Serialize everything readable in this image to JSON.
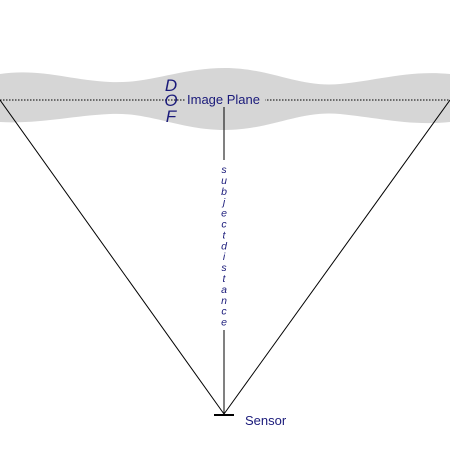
{
  "colors": {
    "band": "#d6d6d6",
    "line": "#000000",
    "label": "#1a1a7a"
  },
  "labels": {
    "dof": [
      "D",
      "O",
      "F"
    ],
    "image_plane": "Image Plane",
    "subject_distance": [
      "s",
      "u",
      "b",
      "j",
      "e",
      "c",
      "t",
      "d",
      "i",
      "s",
      "t",
      "a",
      "n",
      "c",
      "e"
    ],
    "sensor": "Sensor"
  }
}
